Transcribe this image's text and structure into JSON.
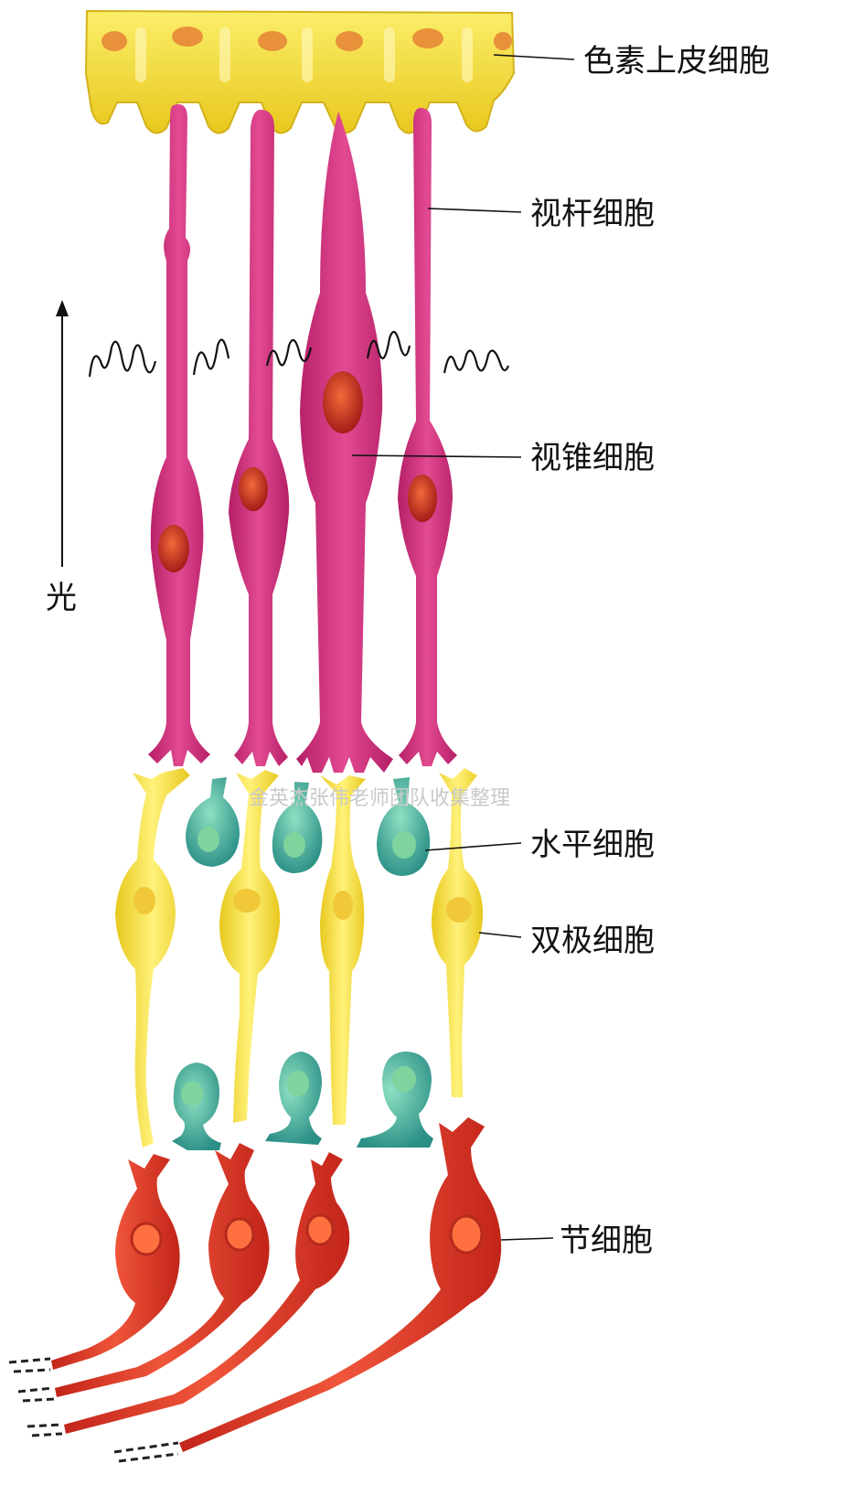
{
  "labels": {
    "pigment_epithelium": "色素上皮细胞",
    "rod": "视杆细胞",
    "cone": "视锥细胞",
    "horizontal": "水平细胞",
    "bipolar": "双极细胞",
    "ganglion": "节细胞",
    "light": "光"
  },
  "watermark": "金英杰张伟老师团队收集整理",
  "colors": {
    "pigment": "#f2dc3a",
    "pigment_nucleus": "#e8913a",
    "photoreceptor": "#d6337e",
    "photoreceptor_nucleus": "#c02a22",
    "horizontal": "#3ba89a",
    "bipolar": "#f6e23a",
    "ganglion": "#e0382a",
    "line": "#222222"
  }
}
